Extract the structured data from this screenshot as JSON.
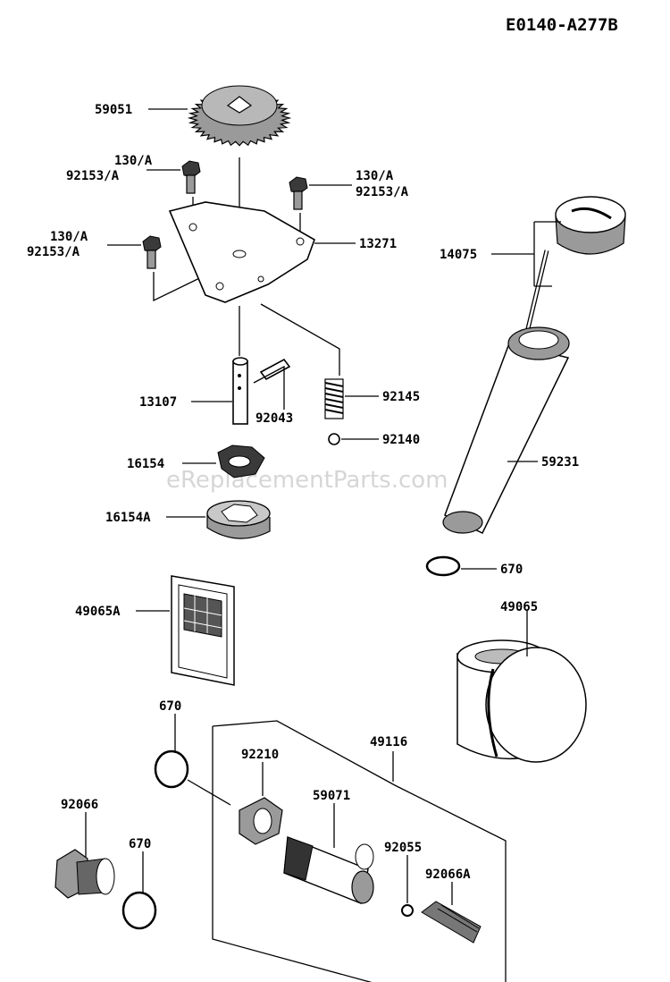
{
  "diagram_code": "E0140-A277B",
  "watermark": "eReplacementParts.com",
  "labels": {
    "59051": "59051",
    "bolt_1_a": "130/A",
    "bolt_1_b": "92153/A",
    "bolt_2_a": "130/A",
    "bolt_2_b": "92153/A",
    "bolt_3_a": "130/A",
    "bolt_3_b": "92153/A",
    "13271": "13271",
    "14075": "14075",
    "13107": "13107",
    "92043": "92043",
    "92145": "92145",
    "92140": "92140",
    "16154": "16154",
    "16154A": "16154A",
    "59231": "59231",
    "670_tube": "670",
    "49065A": "49065A",
    "49065": "49065",
    "670_left": "670",
    "49116": "49116",
    "92210": "92210",
    "59071": "59071",
    "92066": "92066",
    "670_bottom": "670",
    "92055": "92055",
    "92066A": "92066A"
  }
}
